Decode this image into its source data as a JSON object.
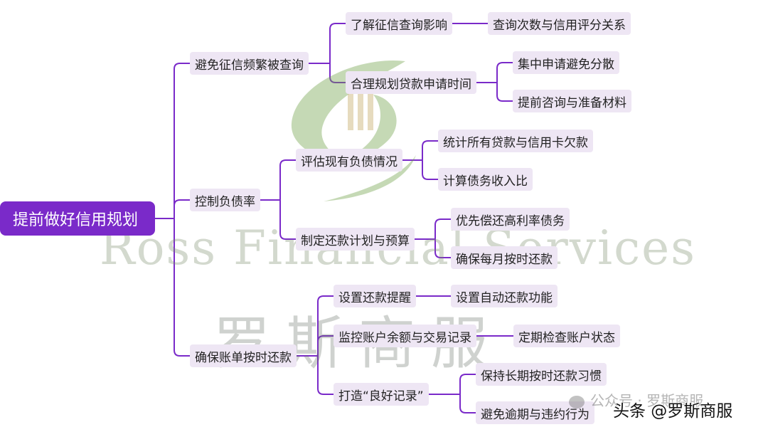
{
  "root": "提前做好信用规划",
  "branches": [
    {
      "label": "避免征信频繁被查询",
      "children": [
        {
          "label": "了解征信查询影响",
          "children": [
            "查询次数与信用评分关系"
          ]
        },
        {
          "label": "合理规划贷款申请时间",
          "children": [
            "集中申请避免分散",
            "提前咨询与准备材料"
          ]
        }
      ]
    },
    {
      "label": "控制负债率",
      "children": [
        {
          "label": "评估现有负债情况",
          "children": [
            "统计所有贷款与信用卡欠款",
            "计算债务收入比"
          ]
        },
        {
          "label": "制定还款计划与预算",
          "children": [
            "优先偿还高利率债务",
            "确保每月按时还款"
          ]
        }
      ]
    },
    {
      "label": "确保账单按时还款",
      "children": [
        {
          "label": "设置还款提醒",
          "children": [
            "设置自动还款功能"
          ]
        },
        {
          "label": "监控账户余额与交易记录",
          "children": [
            "定期检查账户状态"
          ]
        },
        {
          "label": "打造“良好记录”",
          "children": [
            "保持长期按时还款习惯",
            "避免逾期与违约行为"
          ]
        }
      ]
    }
  ],
  "watermark": {
    "en": "Ross Financial Services",
    "cn": "罗斯商服"
  },
  "footer": {
    "wechat": "公众号 · 罗斯商服",
    "signature": "头条 @罗斯商服"
  },
  "colors": {
    "connector": "#7a2ac9",
    "root_bg": "#7a2ac9",
    "node_bg": "#eee6f4"
  }
}
